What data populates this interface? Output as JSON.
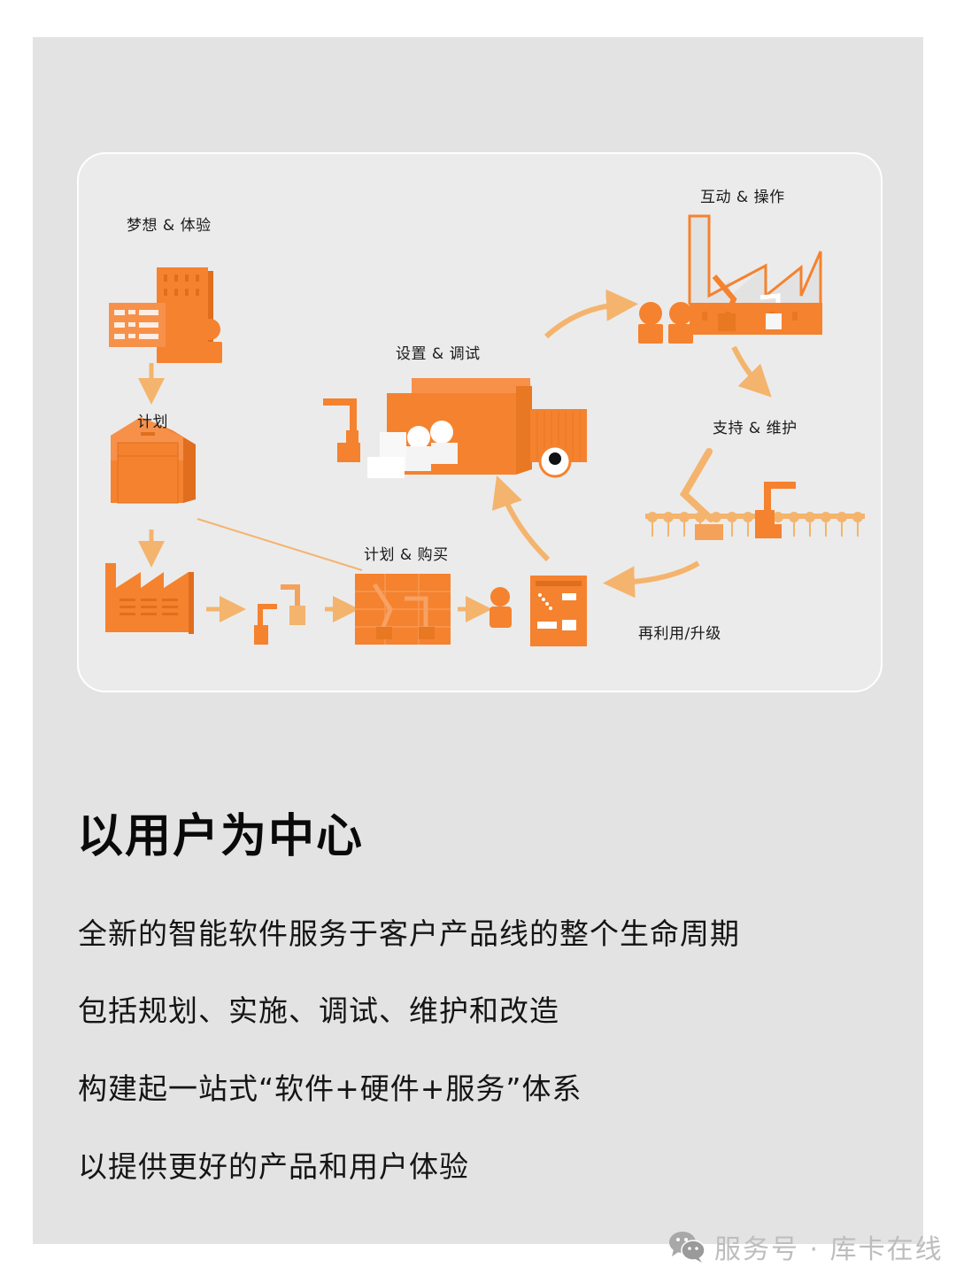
{
  "diagram": {
    "stages": [
      {
        "id": "dream",
        "label": "梦想 & 体验"
      },
      {
        "id": "plan",
        "label": "计划"
      },
      {
        "id": "plan-purchase",
        "label": "计划 & 购买"
      },
      {
        "id": "setup",
        "label": "设置 & 调试"
      },
      {
        "id": "operate",
        "label": "互动 & 操作"
      },
      {
        "id": "support",
        "label": "支持 & 维护"
      },
      {
        "id": "reuse",
        "label": "再利用/升级"
      }
    ],
    "colors": {
      "primary_orange": "#f5822e",
      "light_orange": "#f4b46d",
      "card_bg": "#ebebeb",
      "panel_bg": "#e3e3e3",
      "card_border": "#ffffff"
    }
  },
  "content": {
    "headline": "以用户为中心",
    "lines": [
      "全新的智能软件服务于客户产品线的整个生命周期",
      "包括规划、实施、调试、维护和改造",
      "构建起一站式“软件+硬件+服务”体系",
      "以提供更好的产品和用户体验"
    ]
  },
  "watermark": {
    "icon": "wechat-icon",
    "text": "服务号 · 库卡在线"
  }
}
